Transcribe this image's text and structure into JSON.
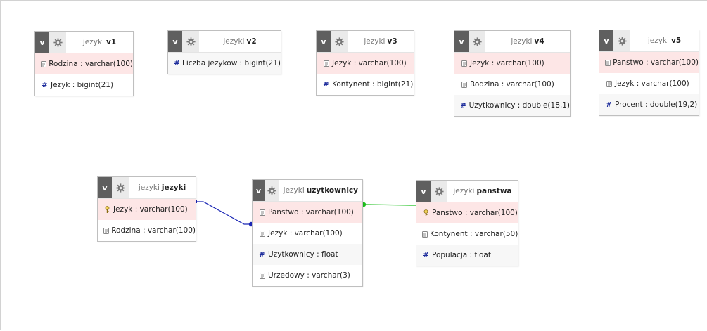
{
  "view_button_label": "v",
  "colors": {
    "relation_blue": "#1b27b5",
    "relation_green": "#1cbf1c",
    "pk_row": "#fde6e6"
  },
  "tables": {
    "v1": {
      "prefix": "jezyki",
      "name": "v1",
      "cols": [
        {
          "text": "Rodzina : varchar(100)",
          "icon": "text-column-icon",
          "pk": true
        },
        {
          "text": "Jezyk : bigint(21)",
          "icon": "numeric-column-icon"
        }
      ]
    },
    "v2": {
      "prefix": "jezyki",
      "name": "v2",
      "cols": [
        {
          "text": "Liczba jezykow : bigint(21)",
          "icon": "numeric-column-icon"
        }
      ]
    },
    "v3": {
      "prefix": "jezyki",
      "name": "v3",
      "cols": [
        {
          "text": "Jezyk : varchar(100)",
          "icon": "text-column-icon",
          "pk": true
        },
        {
          "text": "Kontynent : bigint(21)",
          "icon": "numeric-column-icon"
        }
      ]
    },
    "v4": {
      "prefix": "jezyki",
      "name": "v4",
      "cols": [
        {
          "text": "Jezyk : varchar(100)",
          "icon": "text-column-icon",
          "pk": true
        },
        {
          "text": "Rodzina : varchar(100)",
          "icon": "text-column-icon"
        },
        {
          "text": "Uzytkownicy : double(18,1)",
          "icon": "numeric-column-icon"
        }
      ]
    },
    "v5": {
      "prefix": "jezyki",
      "name": "v5",
      "cols": [
        {
          "text": "Panstwo : varchar(100)",
          "icon": "text-column-icon",
          "pk": true
        },
        {
          "text": "Jezyk : varchar(100)",
          "icon": "text-column-icon"
        },
        {
          "text": "Procent : double(19,2)",
          "icon": "numeric-column-icon"
        }
      ]
    },
    "jezyki": {
      "prefix": "jezyki",
      "name": "jezyki",
      "cols": [
        {
          "text": "Jezyk : varchar(100)",
          "icon": "primary-key-icon",
          "pk": true
        },
        {
          "text": "Rodzina : varchar(100)",
          "icon": "text-column-icon"
        }
      ]
    },
    "uzytkownicy": {
      "prefix": "jezyki",
      "name": "uzytkownicy",
      "cols": [
        {
          "text": "Panstwo : varchar(100)",
          "icon": "text-column-icon",
          "pk": true
        },
        {
          "text": "Jezyk : varchar(100)",
          "icon": "text-column-icon"
        },
        {
          "text": "Uzytkownicy : float",
          "icon": "numeric-column-icon"
        },
        {
          "text": "Urzedowy : varchar(3)",
          "icon": "text-column-icon"
        }
      ]
    },
    "panstwa": {
      "prefix": "jezyki",
      "name": "panstwa",
      "cols": [
        {
          "text": "Panstwo : varchar(100)",
          "icon": "primary-key-icon",
          "pk": true
        },
        {
          "text": "Kontynent : varchar(50)",
          "icon": "text-column-icon"
        },
        {
          "text": "Populacja : float",
          "icon": "numeric-column-icon"
        }
      ]
    }
  }
}
